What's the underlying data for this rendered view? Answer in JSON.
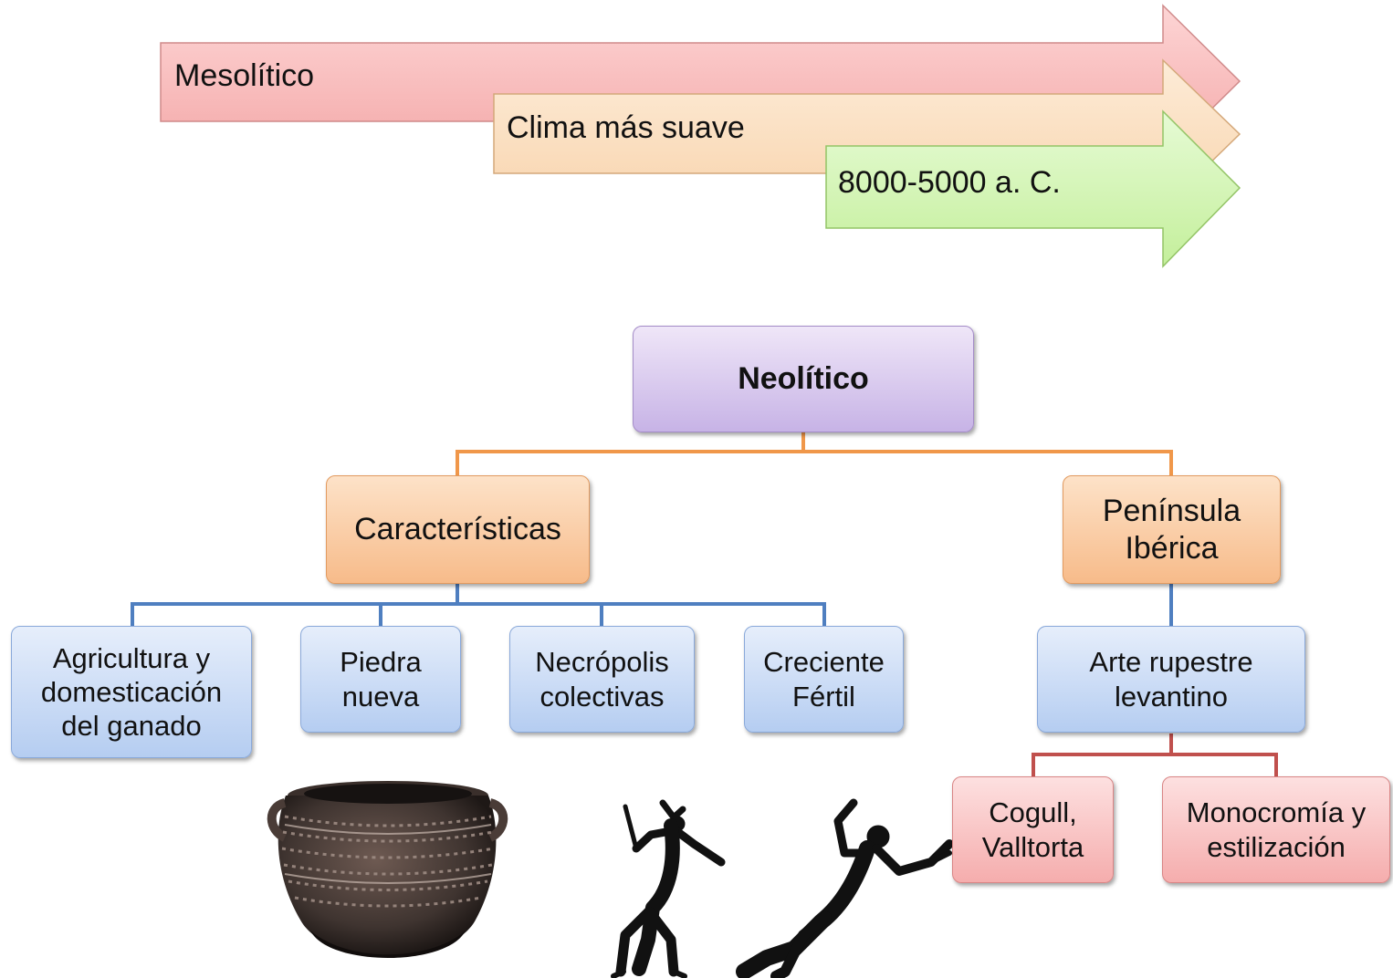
{
  "timeline": {
    "arrow1": {
      "label": "Mesolítico",
      "color": "#f9c0c0"
    },
    "arrow2": {
      "label": "Clima más suave",
      "color": "#fbe1c0"
    },
    "arrow3": {
      "label": "8000-5000 a. C.",
      "color": "#d4f5b4"
    }
  },
  "hierarchy": {
    "root": {
      "label": "Neolítico",
      "color": "#cdb8ea"
    },
    "caracteristicas": {
      "label": "Características",
      "children": [
        "Agricultura y\ndomesticación\ndel ganado",
        "Piedra\nnueva",
        "Necrópolis\ncolectivas",
        "Creciente\nFértil"
      ]
    },
    "peninsula": {
      "label": "Península\nIbérica",
      "child": {
        "label": "Arte rupestre\nlevantino",
        "children": [
          "Cogull,\nValltorta",
          "Monocromía y\nestilización"
        ]
      }
    },
    "connector_colors": {
      "root": "#f0974a",
      "caracteristicas": "#4f7fc0",
      "peninsula_top": "#4f7fc0",
      "arte": "#c0504d"
    }
  },
  "illustrations": {
    "pot": "pottery-vessel",
    "figures": "rock-art-hunters"
  }
}
